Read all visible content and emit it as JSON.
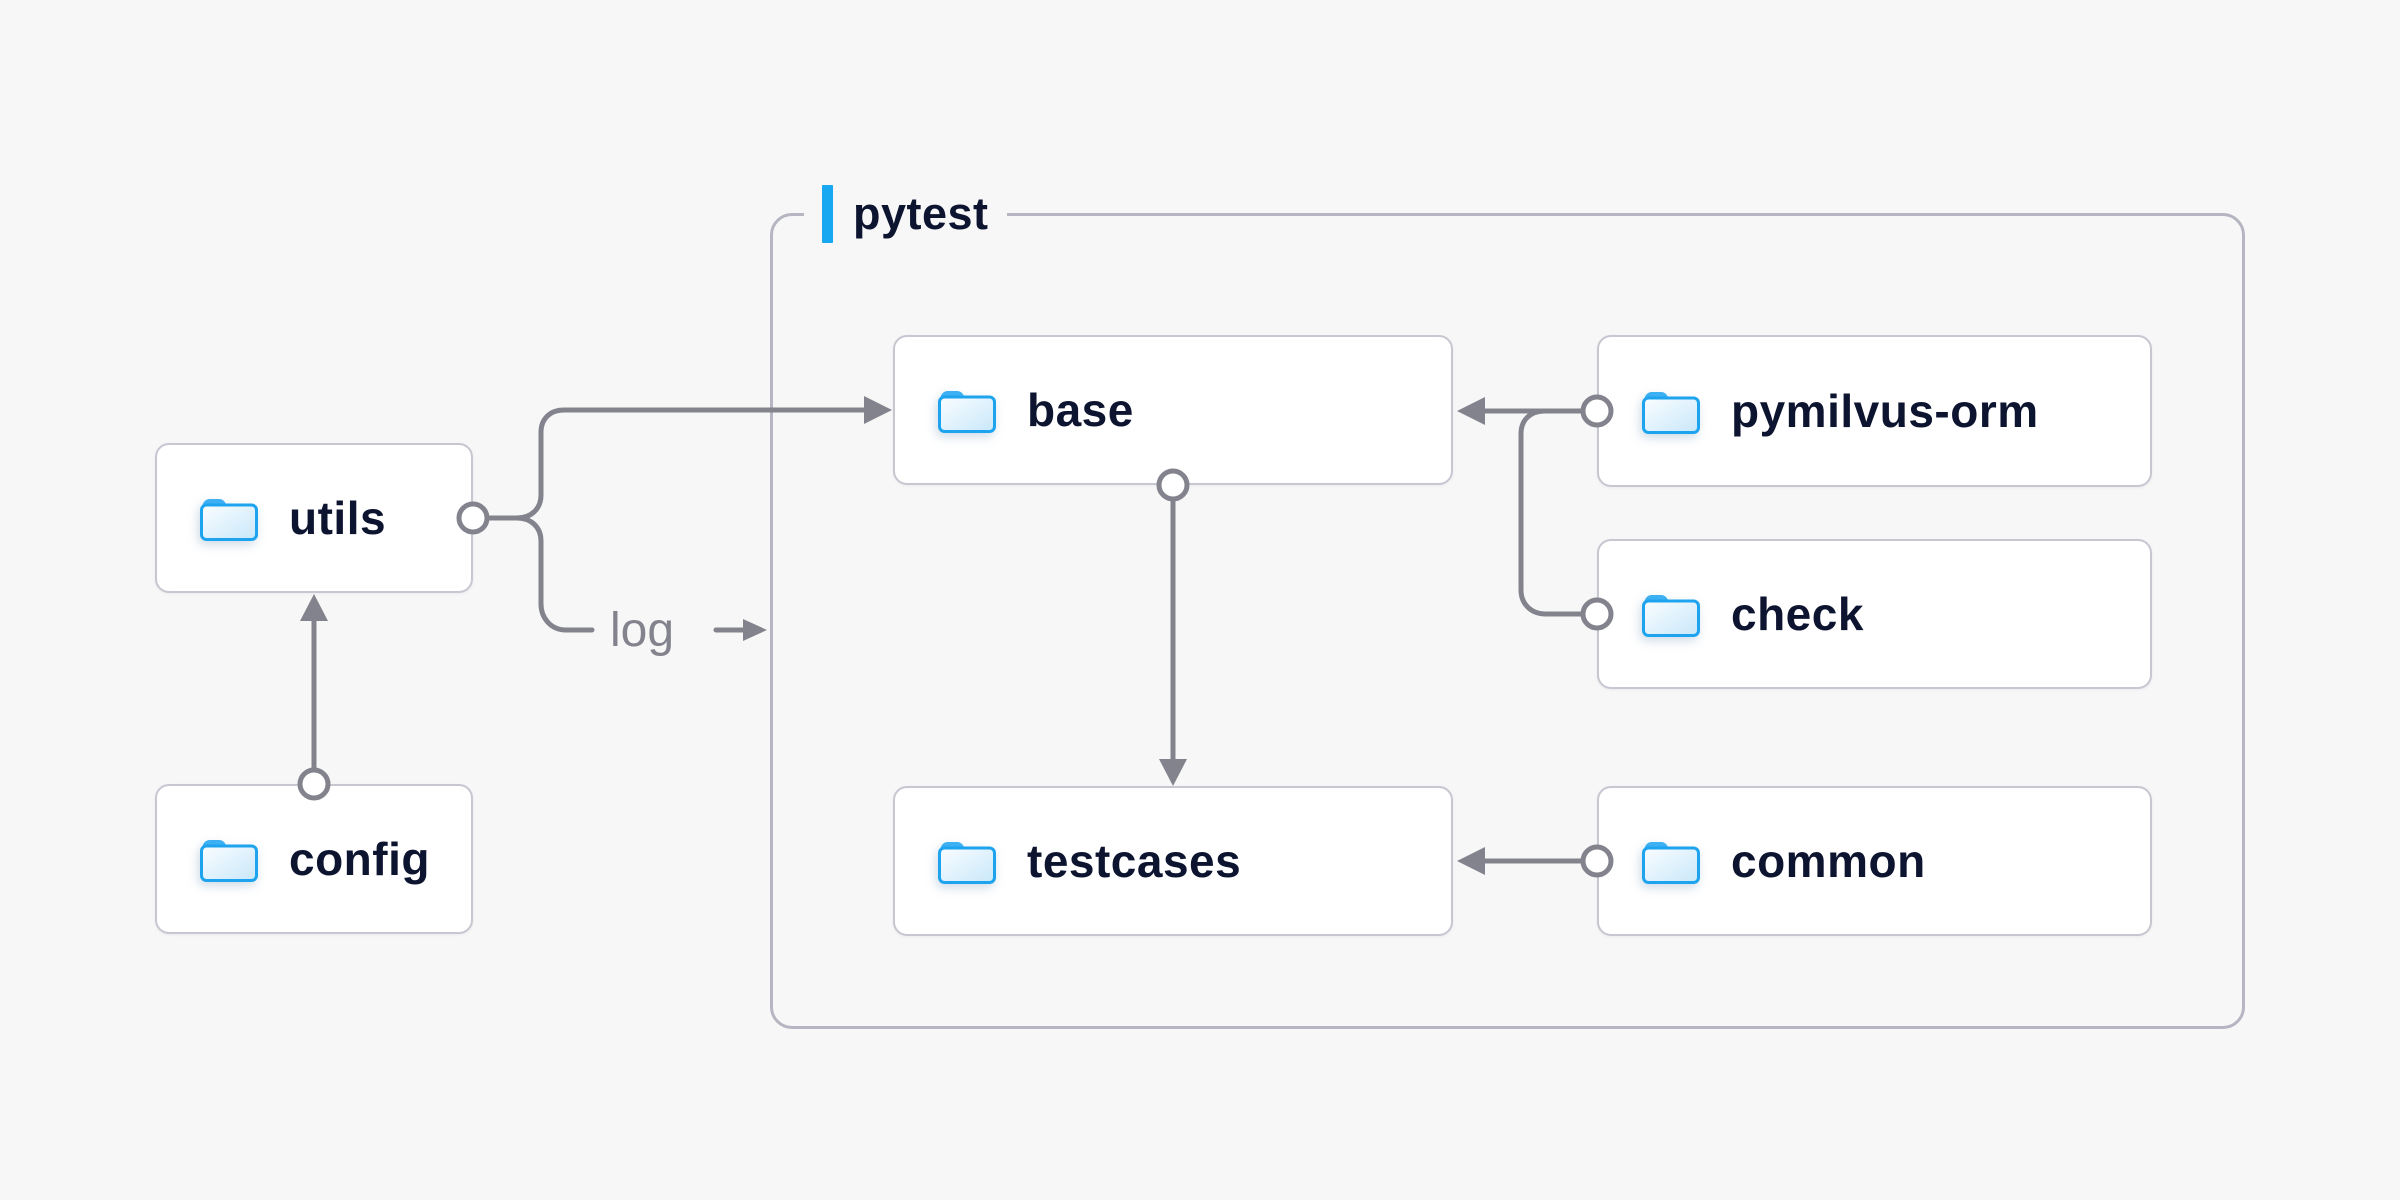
{
  "diagram": {
    "type": "architecture-folder-diagram",
    "background": "#f7f7f8"
  },
  "container": {
    "label": "pytest"
  },
  "nodes": [
    {
      "id": "utils",
      "label": "utils",
      "icon": "folder-icon",
      "inside_container": false
    },
    {
      "id": "config",
      "label": "config",
      "icon": "folder-icon",
      "inside_container": false
    },
    {
      "id": "base",
      "label": "base",
      "icon": "folder-icon",
      "inside_container": true
    },
    {
      "id": "pymilvus-orm",
      "label": "pymilvus-orm",
      "icon": "folder-icon",
      "inside_container": true
    },
    {
      "id": "check",
      "label": "check",
      "icon": "folder-icon",
      "inside_container": true
    },
    {
      "id": "testcases",
      "label": "testcases",
      "icon": "folder-icon",
      "inside_container": true
    },
    {
      "id": "common",
      "label": "common",
      "icon": "folder-icon",
      "inside_container": true
    }
  ],
  "edges": [
    {
      "from": "utils",
      "to": "base",
      "label": ""
    },
    {
      "from": "utils",
      "to": "pytest",
      "label": "log"
    },
    {
      "from": "config",
      "to": "utils",
      "label": ""
    },
    {
      "from": "pymilvus-orm",
      "to": "base",
      "label": ""
    },
    {
      "from": "check",
      "to": "base",
      "label": ""
    },
    {
      "from": "base",
      "to": "testcases",
      "label": ""
    },
    {
      "from": "common",
      "to": "testcases",
      "label": ""
    }
  ],
  "colors": {
    "accent_blue": "#17a8f1",
    "line_gray": "#83838d",
    "node_border": "#c7c7d1",
    "container_border": "#b6b6c2",
    "text_navy": "#0d1430",
    "node_background": "#ffffff",
    "folder_stroke_blue": "#1ea4ee",
    "folder_tab_blue": "#3cb0f2",
    "folder_fill_light": "#fafdff",
    "folder_fill_shade": "#c8e7fa"
  }
}
